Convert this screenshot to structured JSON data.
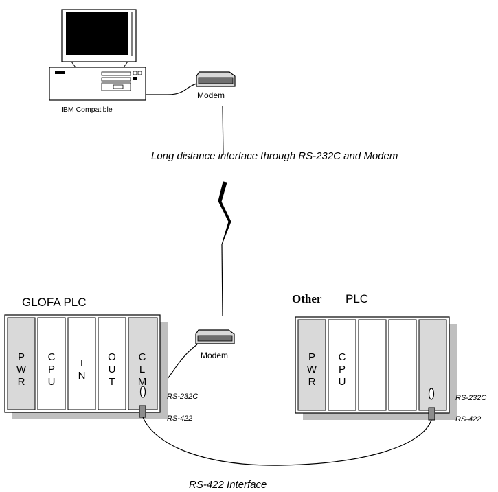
{
  "computer": {
    "label": "IBM Compatible"
  },
  "modem_top": {
    "label": "Modem"
  },
  "modem_bottom": {
    "label": "Modem"
  },
  "link": {
    "label": "Long distance interface through RS-232C and Modem"
  },
  "glofa": {
    "title": "GLOFA PLC",
    "modules": [
      "PWR",
      "CPU",
      "IN",
      "OUT",
      "CLM"
    ],
    "port_rs232": "RS-232C",
    "port_rs422": "RS-422"
  },
  "other": {
    "title_prefix": "Other",
    "title_suffix": "PLC",
    "modules": [
      "PWR",
      "CPU",
      "",
      "",
      ""
    ],
    "port_rs232": "RS-232C",
    "port_rs422": "RS-422"
  },
  "rs422_link": {
    "label": "RS-422 Interface"
  },
  "colors": {
    "module_gray": "#d9d9d9",
    "shadow": "#bfbfbf",
    "line": "#000000"
  }
}
